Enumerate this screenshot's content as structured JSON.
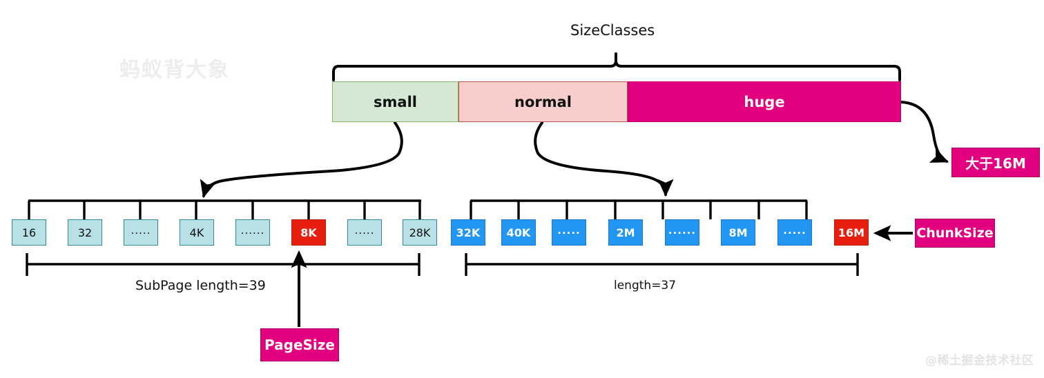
{
  "diagram": {
    "title": "SizeClasses",
    "watermarks": {
      "top_left": "蚂蚁背大象",
      "bottom_right": "@稀土掘金技术社区"
    },
    "size_class_bar": {
      "segments": [
        {
          "label": "small",
          "color": "#d5e8d4",
          "text_color": "#111111"
        },
        {
          "label": "normal",
          "color": "#f8cecc",
          "text_color": "#111111"
        },
        {
          "label": "huge",
          "color": "#e2007f",
          "text_color": "#ffffff"
        }
      ]
    },
    "small_row": {
      "cells": [
        {
          "label": "16",
          "kind": "teal"
        },
        {
          "label": "32",
          "kind": "teal"
        },
        {
          "label": ".....",
          "kind": "teal"
        },
        {
          "label": "4K",
          "kind": "teal"
        },
        {
          "label": "......",
          "kind": "teal"
        },
        {
          "label": "8K",
          "kind": "red"
        },
        {
          "label": ".....",
          "kind": "teal"
        },
        {
          "label": "28K",
          "kind": "teal"
        }
      ],
      "measure_label": "SubPage length=39"
    },
    "normal_row": {
      "cells": [
        {
          "label": "32K",
          "kind": "blue"
        },
        {
          "label": "40K",
          "kind": "blue"
        },
        {
          "label": ".....",
          "kind": "blue"
        },
        {
          "label": "2M",
          "kind": "blue"
        },
        {
          "label": "......",
          "kind": "blue"
        },
        {
          "label": "8M",
          "kind": "blue"
        },
        {
          "label": ".....",
          "kind": "blue"
        },
        {
          "label": "16M",
          "kind": "red"
        }
      ],
      "measure_label": "length=37"
    },
    "tags": {
      "over_16m": "大于16M",
      "chunk_size": "ChunkSize",
      "page_size": "PageSize"
    },
    "colors": {
      "small": "#d5e8d4",
      "normal": "#f8cecc",
      "huge": "#e2007f",
      "teal_cell": "#b7e1e4",
      "blue_cell": "#2196f3",
      "red_cell": "#e81e0e",
      "tag": "#e2007f",
      "line": "#000000"
    }
  }
}
